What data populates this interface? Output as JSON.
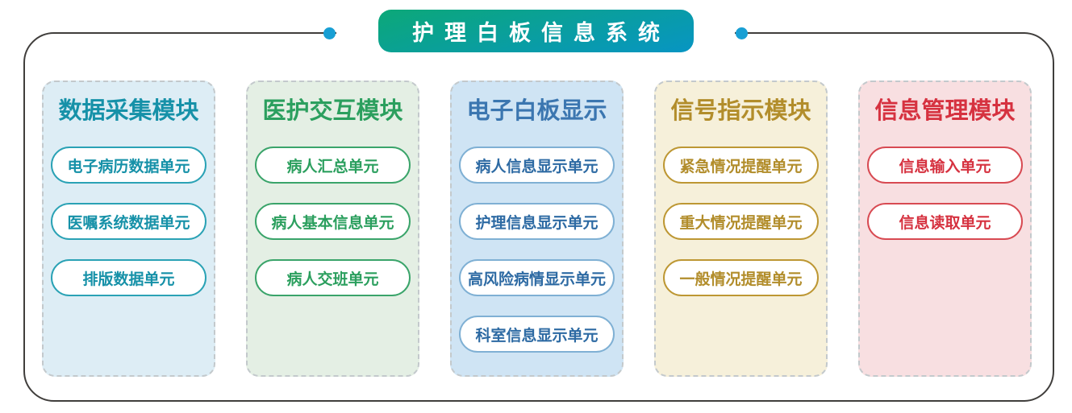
{
  "title": {
    "label": "护理白板信息系统"
  },
  "badge": {
    "gradient_top": "#0ca878",
    "gradient_bottom": "#0795c3",
    "text_color": "#ffffff"
  },
  "frame": {
    "border_color": "#403e3c",
    "connector_dot_color": "#189fd4"
  },
  "modules": [
    {
      "id": "data-collection",
      "title": "数据采集模块",
      "title_color": "#1691a8",
      "bg": "#ddedf5",
      "pill_border": "#2aa2b5",
      "pill_text": "#1691a8",
      "units": [
        "电子病历数据单元",
        "医嘱系统数据单元",
        "排版数据单元"
      ]
    },
    {
      "id": "medical-interaction",
      "title": "医护交互模块",
      "title_color": "#2b9f5e",
      "bg": "#e4efe4",
      "pill_border": "#3aa46a",
      "pill_text": "#2b9f5e",
      "units": [
        "病人汇总单元",
        "病人基本信息单元",
        "病人交班单元"
      ]
    },
    {
      "id": "whiteboard-display",
      "title": "电子白板显示",
      "title_color": "#3b76b0",
      "bg": "#cfe4f4",
      "pill_border": "#7fb0d4",
      "pill_text": "#2d6aa3",
      "units": [
        "病人信息显示单元",
        "护理信息显示单元",
        "高风险病情显示单元",
        "科室信息显示单元"
      ]
    },
    {
      "id": "signal-indication",
      "title": "信号指示模块",
      "title_color": "#b28d2b",
      "bg": "#f6f0da",
      "pill_border": "#bd9733",
      "pill_text": "#b28d2b",
      "units": [
        "紧急情况提醒单元",
        "重大情况提醒单元",
        "一般情况提醒单元"
      ]
    },
    {
      "id": "info-management",
      "title": "信息管理模块",
      "title_color": "#d63240",
      "bg": "#f8dfe1",
      "pill_border": "#d84a52",
      "pill_text": "#d63240",
      "units": [
        "信息输入单元",
        "信息读取单元"
      ]
    }
  ]
}
